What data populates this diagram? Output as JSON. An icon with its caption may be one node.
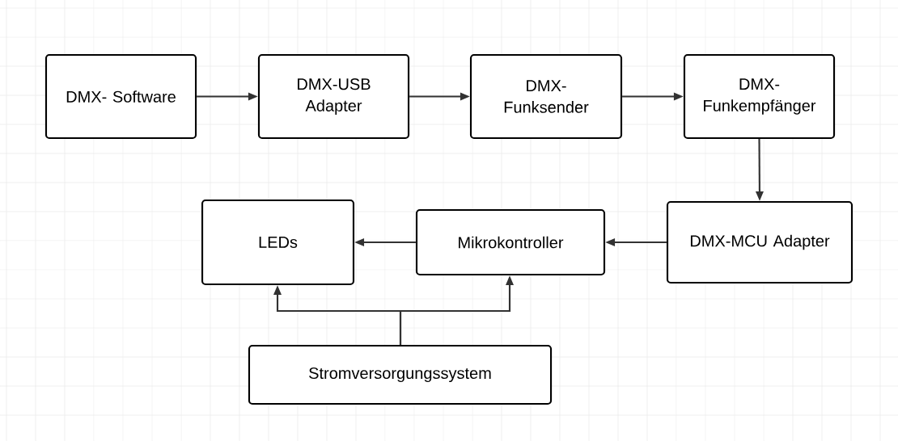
{
  "diagram": {
    "nodes": [
      {
        "text": [
          "DMX- Software"
        ]
      },
      {
        "text": [
          "DMX-USB Adapter"
        ]
      },
      {
        "text": [
          "DMX- Funksender"
        ]
      },
      {
        "text": [
          "DMX- Funkempfänger"
        ]
      },
      {
        "text": [
          "DMX-MCU Adapter"
        ]
      },
      {
        "text": [
          "LEDs"
        ]
      },
      {
        "text": [
          "Mikrokontroller"
        ]
      },
      {
        "text": [
          "Stromversorgungssystem"
        ]
      }
    ],
    "edges": [
      {
        "from": 0,
        "to": 1,
        "arrow": "to"
      },
      {
        "from": 1,
        "to": 2,
        "arrow": "to"
      },
      {
        "from": 2,
        "to": 3,
        "arrow": "to"
      },
      {
        "from": 3,
        "to": 4,
        "arrow": "to"
      },
      {
        "from": 4,
        "to": 6,
        "arrow": "to"
      },
      {
        "from": 6,
        "to": 5,
        "arrow": "to"
      },
      {
        "from": 7,
        "to": 5,
        "arrow": "to"
      },
      {
        "from": 7,
        "to": 6,
        "arrow": "to"
      }
    ]
  }
}
